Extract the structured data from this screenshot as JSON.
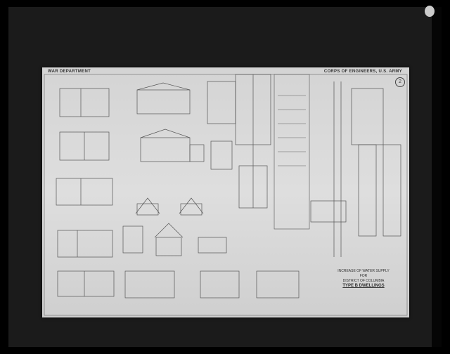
{
  "sheet": {
    "header_left": "WAR DEPARTMENT",
    "header_right": "CORPS OF ENGINEERS, U.S. ARMY",
    "sheet_number": "2",
    "title_line1": "INCREASE OF WATER SUPPLY",
    "title_line2": "FOR",
    "title_line3": "DISTRICT OF COLUMBIA",
    "title_line4": "TYPE B DWELLINGS"
  },
  "colors": {
    "paper": "#d9d9d9",
    "ink": "#444444",
    "background": "#1b1b1b"
  }
}
